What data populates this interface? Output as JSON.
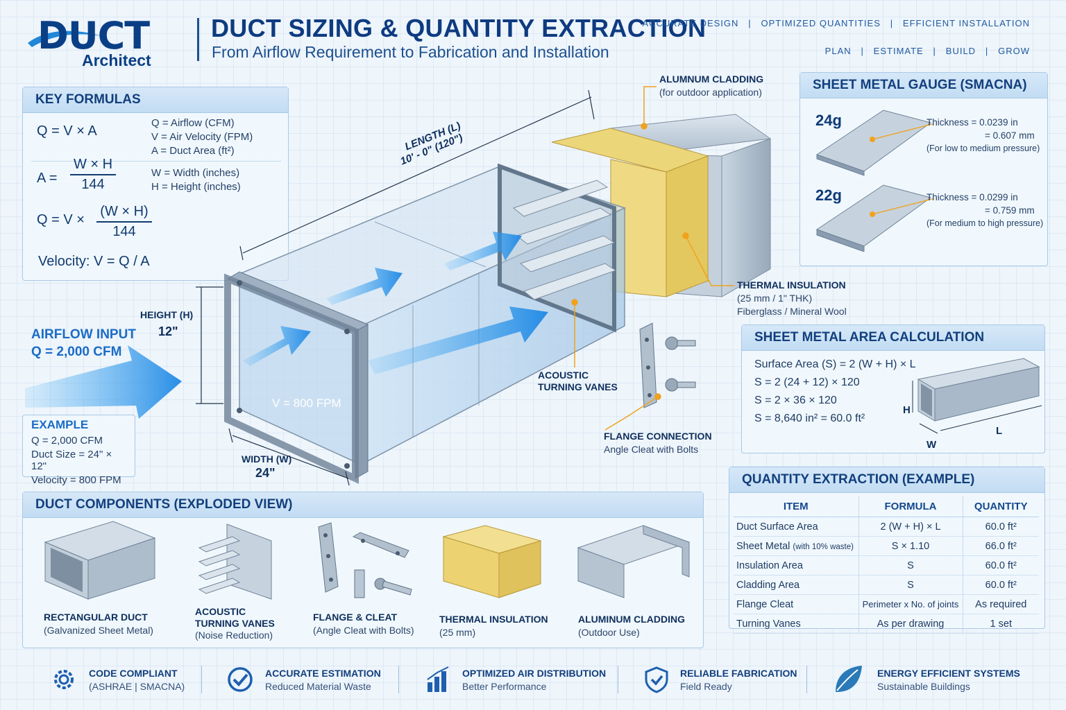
{
  "brand": {
    "logo_main": "DUCT",
    "logo_sub": "Architect"
  },
  "header": {
    "title": "DUCT SIZING & QUANTITY EXTRACTION",
    "subtitle": "From Airflow Requirement to Fabrication and Installation",
    "tags_line1": "ACCURATE DESIGN   |   OPTIMIZED QUANTITIES   |   EFFICIENT INSTALLATION",
    "tags_line2": "PLAN   |   ESTIMATE   |   BUILD   |   GROW"
  },
  "key_formulas": {
    "heading": "KEY FORMULAS",
    "f1": "Q = V × A",
    "f1_defs": [
      "Q = Airflow (CFM)",
      "V = Air Velocity (FPM)",
      "A = Duct Area (ft²)"
    ],
    "f2_lhs": "A =",
    "f2_num": "W × H",
    "f2_den": "144",
    "f2_defs": [
      "W = Width (inches)",
      "H = Height (inches)"
    ],
    "f3_lhs": "Q = V ×",
    "f3_num": "(W × H)",
    "f3_den": "144",
    "f4": "Velocity:  V = Q / A"
  },
  "airflow": {
    "label": "AIRFLOW INPUT",
    "value": "Q = 2,000 CFM"
  },
  "example": {
    "heading": "EXAMPLE",
    "lines": [
      "Q = 2,000 CFM",
      "Duct Size = 24\" × 12\"",
      "Velocity = 800 FPM"
    ]
  },
  "diagram": {
    "height_label": "HEIGHT (H)",
    "height_value": "12\"",
    "width_label": "WIDTH (W)",
    "width_value": "24\"",
    "length_label": "LENGTH (L)",
    "length_value": "10' - 0\" (120\")",
    "velocity": "V = 800 FPM",
    "cladding_title": "ALUMNUM CLADDING",
    "cladding_sub": "(for outdoor application)",
    "insulation_title": "THERMAL INSULATION",
    "insulation_sub1": "(25 mm / 1\" THK)",
    "insulation_sub2": "Fiberglass / Mineral Wool",
    "vanes_title1": "ACOUSTIC",
    "vanes_title2": "TURNING VANES",
    "flange_title": "FLANGE CONNECTION",
    "flange_sub": "Angle Cleat with Bolts"
  },
  "gauge": {
    "heading": "SHEET METAL GAUGE (SMACNA)",
    "items": [
      {
        "gauge": "24g",
        "line1": "Thickness = 0.0239 in",
        "line2": "= 0.607 mm",
        "line3": "(For low to medium pressure)"
      },
      {
        "gauge": "22g",
        "line1": "Thickness = 0.0299 in",
        "line2": "= 0.759 mm",
        "line3": "(For medium to high pressure)"
      }
    ]
  },
  "area_calc": {
    "heading": "SHEET METAL AREA CALCULATION",
    "lines": [
      "Surface Area (S) = 2 (W + H) × L",
      "S = 2 (24 + 12) × 120",
      "S = 2 × 36 × 120",
      "S = 8,640 in² = 60.0 ft²"
    ],
    "label_h": "H",
    "label_w": "W",
    "label_l": "L"
  },
  "quantity": {
    "heading": "QUANTITY EXTRACTION (EXAMPLE)",
    "columns": [
      "ITEM",
      "FORMULA",
      "QUANTITY"
    ],
    "rows": [
      {
        "item": "Duct Surface Area",
        "item_note": "",
        "formula": "2 (W + H) × L",
        "qty": "60.0 ft²"
      },
      {
        "item": "Sheet Metal",
        "item_note": "(with 10% waste)",
        "formula": "S × 1.10",
        "qty": "66.0 ft²"
      },
      {
        "item": "Insulation Area",
        "item_note": "",
        "formula": "S",
        "qty": "60.0 ft²"
      },
      {
        "item": "Cladding Area",
        "item_note": "",
        "formula": "S",
        "qty": "60.0 ft²"
      },
      {
        "item": "Flange Cleat",
        "item_note": "",
        "formula": "Perimeter x No. of joints",
        "qty": "As required"
      },
      {
        "item": "Turning Vanes",
        "item_note": "",
        "formula": "As per drawing",
        "qty": "1 set"
      }
    ]
  },
  "components": {
    "heading": "DUCT COMPONENTS (EXPLODED VIEW)",
    "items": [
      {
        "title": "RECTANGULAR DUCT",
        "title2": "",
        "sub": "(Galvanized Sheet Metal)"
      },
      {
        "title": "ACOUSTIC",
        "title2": "TURNING VANES",
        "sub": "(Noise Reduction)"
      },
      {
        "title": "FLANGE & CLEAT",
        "title2": "",
        "sub": "(Angle Cleat with Bolts)"
      },
      {
        "title": "THERMAL INSULATION",
        "title2": "",
        "sub": "(25 mm)"
      },
      {
        "title": "ALUMINUM CLADDING",
        "title2": "",
        "sub": "(Outdoor Use)"
      }
    ]
  },
  "features": [
    {
      "title": "CODE COMPLIANT",
      "sub": "(ASHRAE | SMACNA)",
      "icon": "gear-icon"
    },
    {
      "title": "ACCURATE ESTIMATION",
      "sub": "Reduced Material Waste",
      "icon": "check-circle-icon"
    },
    {
      "title": "OPTIMIZED AIR DISTRIBUTION",
      "sub": "Better Performance",
      "icon": "bar-chart-icon"
    },
    {
      "title": "RELIABLE FABRICATION",
      "sub": "Field Ready",
      "icon": "shield-check-icon"
    },
    {
      "title": "ENERGY EFFICIENT SYSTEMS",
      "sub": "Sustainable Buildings",
      "icon": "leaf-icon"
    }
  ],
  "colors": {
    "primary": "#0e3b80",
    "accent": "#1b73d4",
    "insulation": "#e9cf6b",
    "metal": "#b9c6d3",
    "leader": "#f0a21c"
  }
}
